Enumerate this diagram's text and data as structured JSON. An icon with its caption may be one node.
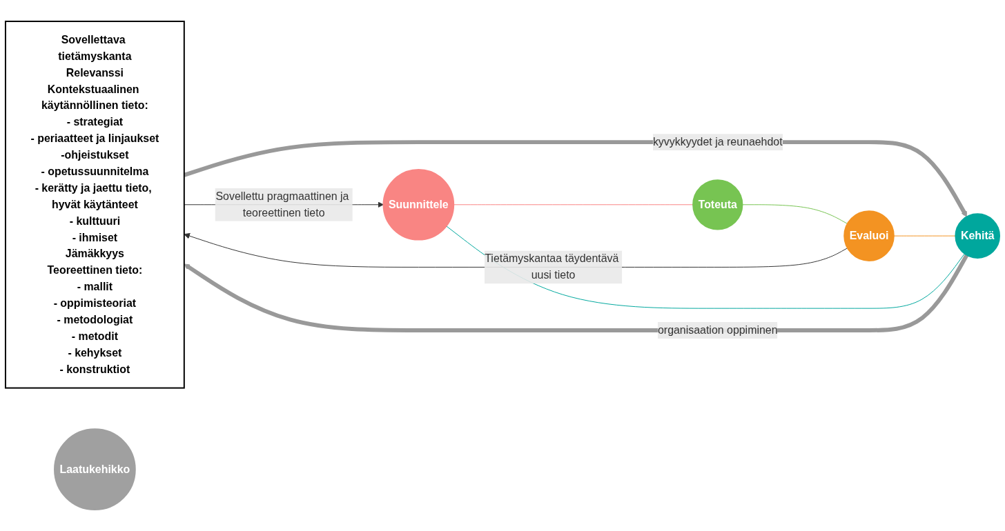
{
  "diagram": {
    "nodes": [
      {
        "text": [
          "Sovellettava tietämyskanta",
          "Relevanssi",
          "Kontekstuaalinen käytännöllinen tieto:",
          "- strategiat",
          "- periaatteet ja linjaukset",
          "-ohjeistukset",
          "- opetussuunnitelma",
          "- kerätty ja jaettu tieto, hyvät käytänteet",
          "- kulttuuri",
          "- ihmiset",
          "Jämäkkyys",
          "Teoreettinen tieto:",
          "- mallit",
          "- oppimisteoriat",
          "- metodologiat",
          "- metodit",
          "- kehykset",
          "- konstruktiot"
        ]
      },
      {
        "text": [
          "Suunnittele"
        ]
      },
      {
        "text": [
          "Toteuta"
        ]
      },
      {
        "text": [
          "Evaluoi"
        ]
      },
      {
        "text": [
          "Kehitä"
        ]
      },
      {
        "text": [
          "Laatukehikko"
        ]
      }
    ],
    "edges": [
      {
        "from": 0,
        "to": 1,
        "arrow": "to",
        "label": "Sovellettu pragmaattinen ja teoreettinen tieto"
      },
      {
        "from": 0,
        "to": 4,
        "arrow": "to",
        "label": "kyvykkyydet ja reunaehdot",
        "style": "thick",
        "color": "#999999"
      },
      {
        "from": 1,
        "to": 2,
        "arrow": "none",
        "color": "#f98583"
      },
      {
        "from": 2,
        "to": 3,
        "arrow": "none",
        "color": "#77c452"
      },
      {
        "from": 3,
        "to": 4,
        "arrow": "none",
        "color": "#f39322"
      },
      {
        "from": 4,
        "to": 1,
        "arrow": "none",
        "color": "#00a79d"
      },
      {
        "from": 4,
        "to": 0,
        "arrow": "to",
        "label": "organisaation oppiminen",
        "style": "thick",
        "color": "#999999"
      },
      {
        "from": 3,
        "to": 0,
        "arrow": "to",
        "label": "Tietämyskantaa täydentävä uusi tieto"
      }
    ]
  }
}
